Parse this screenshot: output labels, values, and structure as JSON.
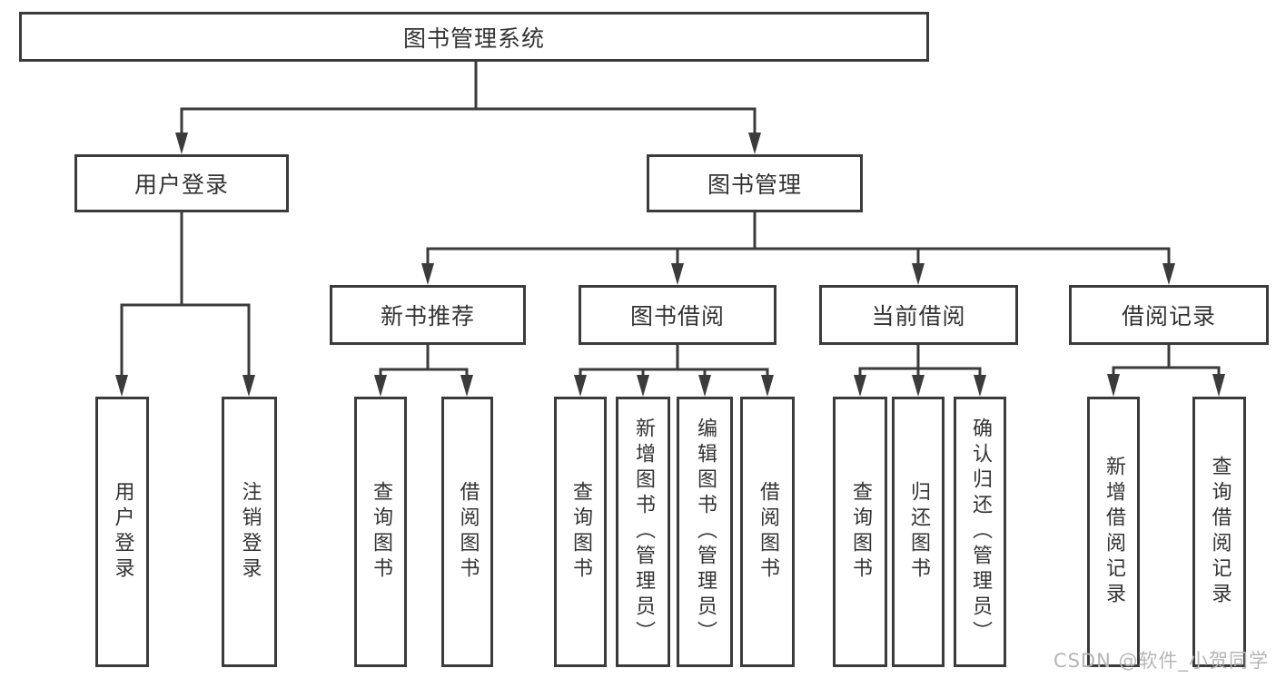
{
  "colors": {
    "line": "#3b3b3b",
    "node_border": "#3b3b3b",
    "text": "#333333",
    "background": "#ffffff",
    "watermark": "#b5b5b5"
  },
  "tree": {
    "root": {
      "label": "图书管理系统"
    },
    "user_login": {
      "label": "用户登录",
      "children": {
        "login": {
          "label": "用户登录"
        },
        "logout": {
          "label": "注销登录"
        }
      }
    },
    "book_mgmt": {
      "label": "图书管理",
      "new_book_rec": {
        "label": "新书推荐",
        "children": {
          "query_books": {
            "label": "查询图书"
          },
          "borrow_books": {
            "label": "借阅图书"
          }
        }
      },
      "book_borrow": {
        "label": "图书借阅",
        "children": {
          "query_books": {
            "label": "查询图书"
          },
          "add_books": {
            "label": "新增图书（管理员）"
          },
          "edit_books": {
            "label": "编辑图书（管理员）"
          },
          "borrow_books": {
            "label": "借阅图书"
          }
        }
      },
      "current_borrow": {
        "label": "当前借阅",
        "children": {
          "query_books": {
            "label": "查询图书"
          },
          "return_books": {
            "label": "归还图书"
          },
          "confirm_return": {
            "label": "确认归还（管理员）"
          }
        }
      },
      "borrow_records": {
        "label": "借阅记录",
        "children": {
          "add_record": {
            "label": "新增借阅记录"
          },
          "query_record": {
            "label": "查询借阅记录"
          }
        }
      }
    }
  },
  "watermark": {
    "text": "CSDN @软件_小贺同学"
  }
}
